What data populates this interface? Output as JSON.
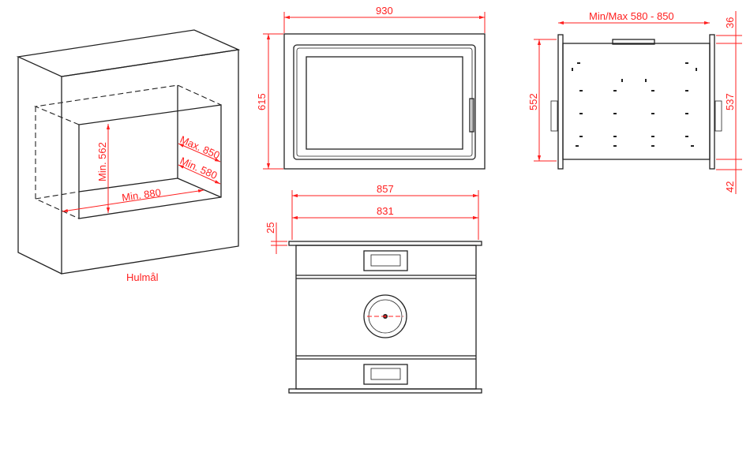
{
  "niche": {
    "caption": "Hulmål",
    "height_label": "Min. 562",
    "depth_max_label": "Max. 850",
    "depth_min_label": "Min. 580",
    "width_label": "Min. 880"
  },
  "front": {
    "width_label": "930",
    "height_label": "615"
  },
  "side": {
    "depth_label": "Min/Max 580 - 850",
    "top_offset_label": "36",
    "height_label": "552",
    "inner_height_label": "537",
    "bottom_offset_label": "42"
  },
  "top": {
    "outer_width_label": "857",
    "inner_width_label": "831",
    "offset_label": "25"
  },
  "colors": {
    "dimension": "#ff1f1f",
    "line": "#222222"
  }
}
